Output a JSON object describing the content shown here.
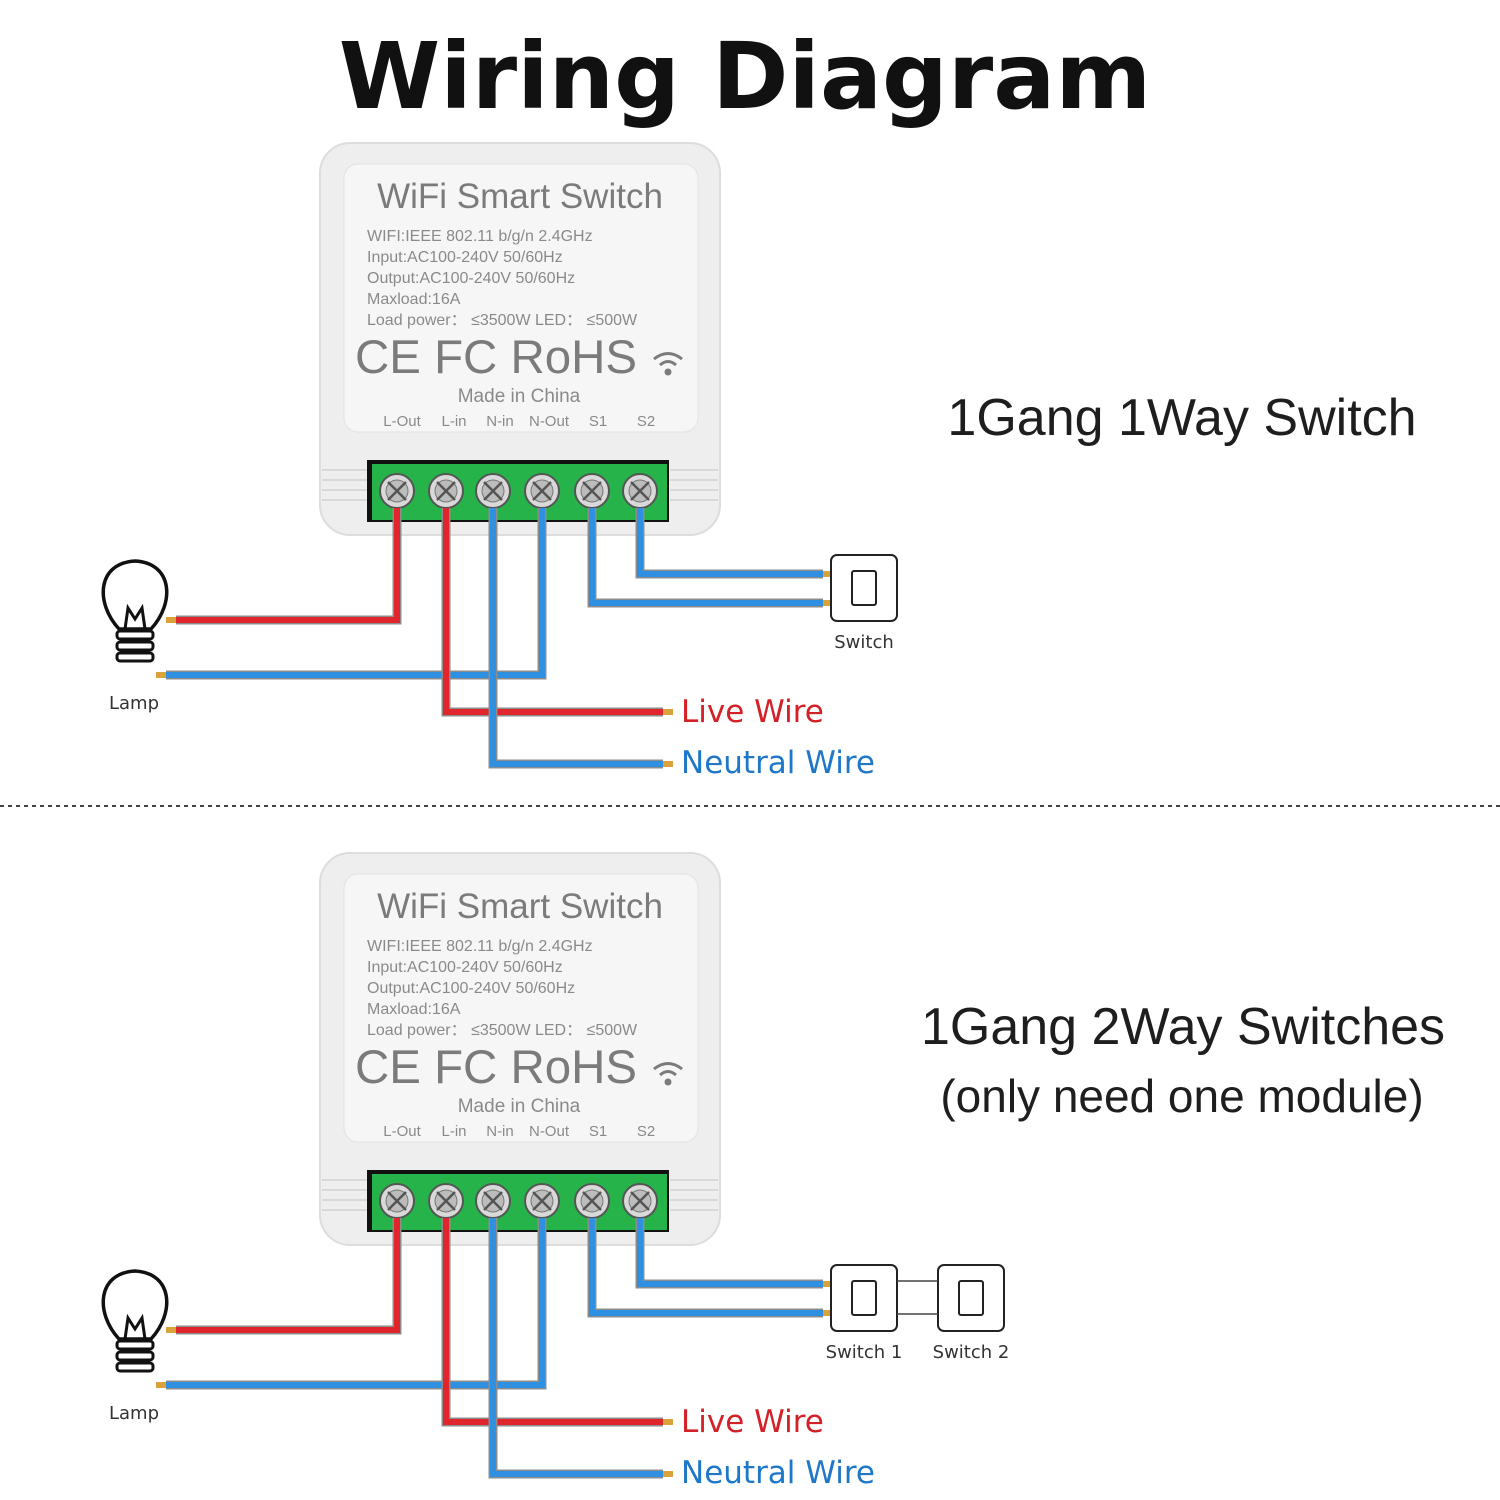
{
  "title": "Wiring Diagram",
  "module": {
    "title": "WiFi Smart Switch",
    "specs": [
      "WIFI:IEEE 802.11 b/g/n 2.4GHz",
      "Input:AC100-240V 50/60Hz",
      "Output:AC100-240V 50/60Hz",
      "Maxload:16A",
      "Load power： ≤3500W  LED： ≤500W"
    ],
    "certifications": "CE FC RoHS",
    "made_in": "Made in China",
    "terminals": [
      "L-Out",
      "L-in",
      "N-in",
      "N-Out",
      "S1",
      "S2"
    ],
    "icons": [
      "ce-mark-icon",
      "fcc-mark-icon",
      "wifi-icon"
    ]
  },
  "colors": {
    "live": "#e0252d",
    "neutral": "#2f8fe0",
    "terminal_block": "#26b34a",
    "live_label": "#d42027",
    "neutral_label": "#1f77c8"
  },
  "diagrams": [
    {
      "title": "1Gang 1Way Switch",
      "subtitle": "",
      "lamp_label": "Lamp",
      "switch_labels": [
        "Switch"
      ],
      "live_label": "Live Wire",
      "neutral_label": "Neutral Wire"
    },
    {
      "title": "1Gang 2Way Switches",
      "subtitle": "(only need one module)",
      "lamp_label": "Lamp",
      "switch_labels": [
        "Switch 1",
        "Switch 2"
      ],
      "live_label": "Live Wire",
      "neutral_label": "Neutral Wire"
    }
  ]
}
